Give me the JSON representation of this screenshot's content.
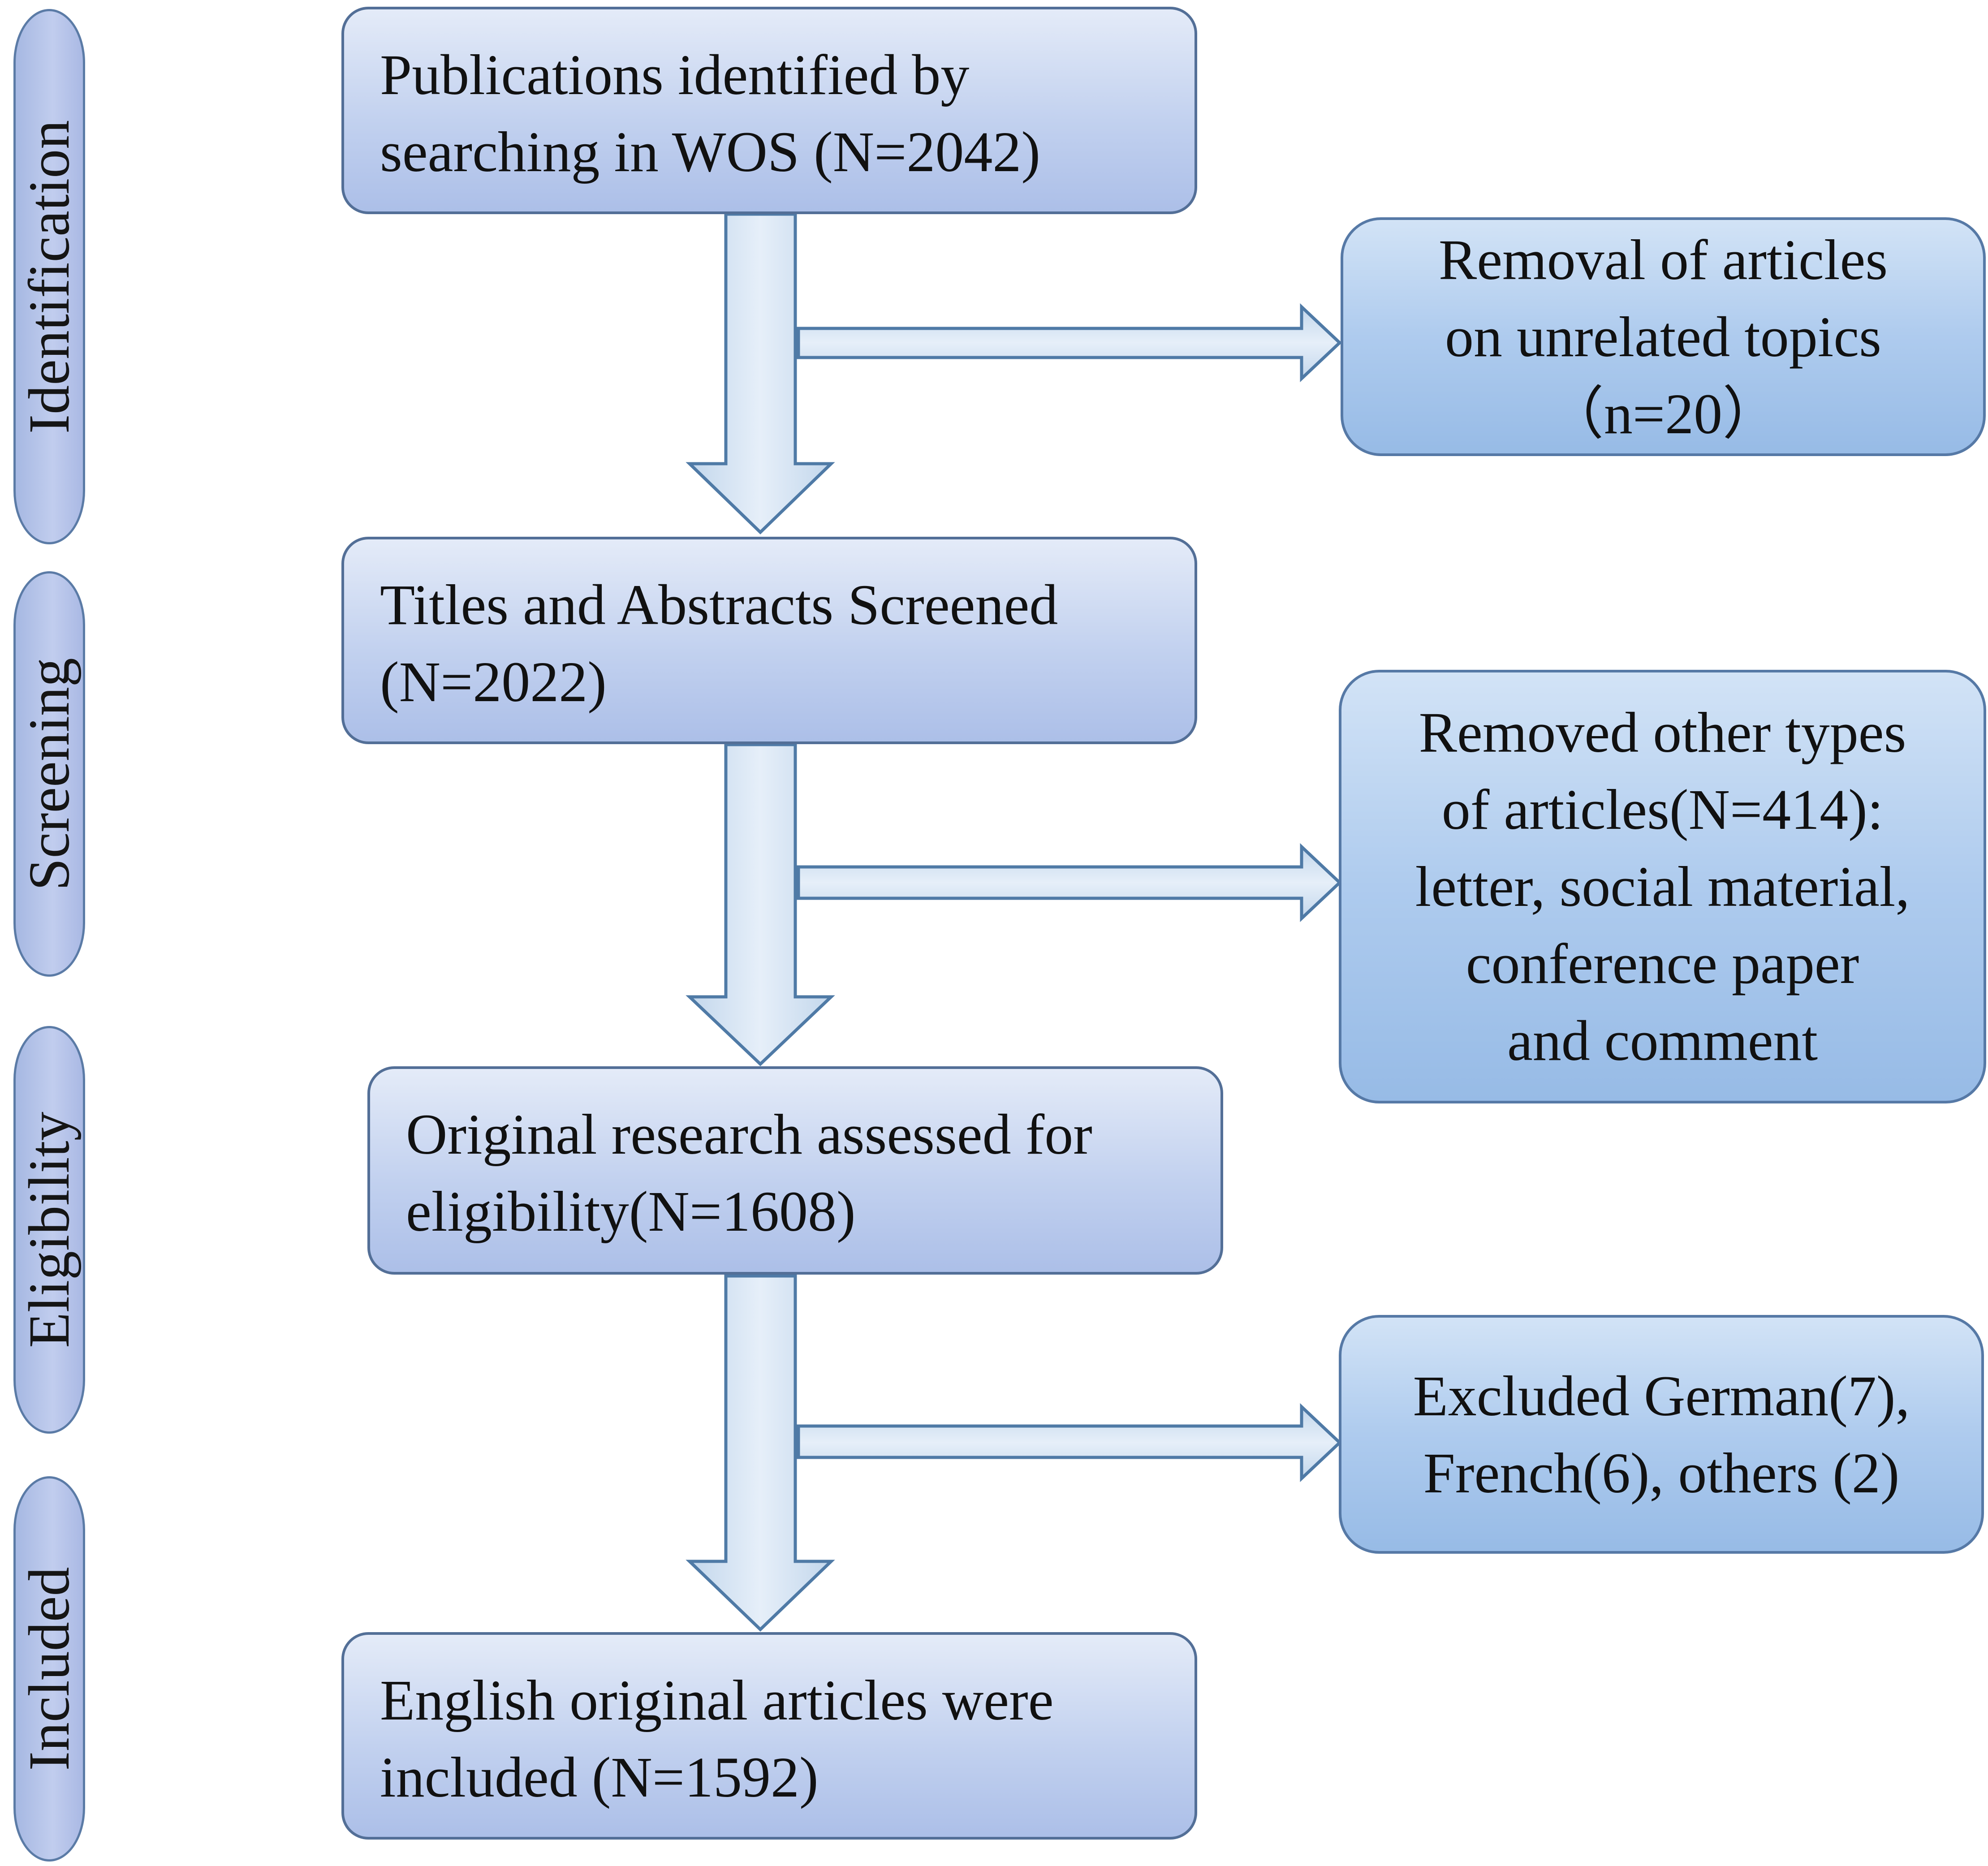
{
  "stages": {
    "identification": "Identification",
    "screening": "Screening",
    "eligibility": "Eligibility",
    "included": "Included"
  },
  "boxes": {
    "identified": "Publications identified by\nsearching in WOS (N=2042)",
    "screened": "Titles and Abstracts Screened\n(N=2022)",
    "eligibility": "Original research assessed for\neligibility(N=1608)",
    "included": "English original articles were\nincluded (N=1592)"
  },
  "exclusions": {
    "unrelated": "Removal of articles\non unrelated topics\n（n=20）",
    "other_types": "Removed other types\nof articles(N=414):\nletter, social material,\nconference paper\nand comment",
    "language": "Excluded German(7),\nFrench(6), others (2)"
  },
  "colors": {
    "box_border": "#536f97",
    "box_fill_top": "#e4ebf8",
    "box_fill_bottom": "#acbfe8",
    "side_fill_top": "#d2e3f6",
    "side_fill_bottom": "#97bbe6",
    "arrow_fill": "#d4e4f2",
    "arrow_stroke": "#4f7aa6"
  }
}
